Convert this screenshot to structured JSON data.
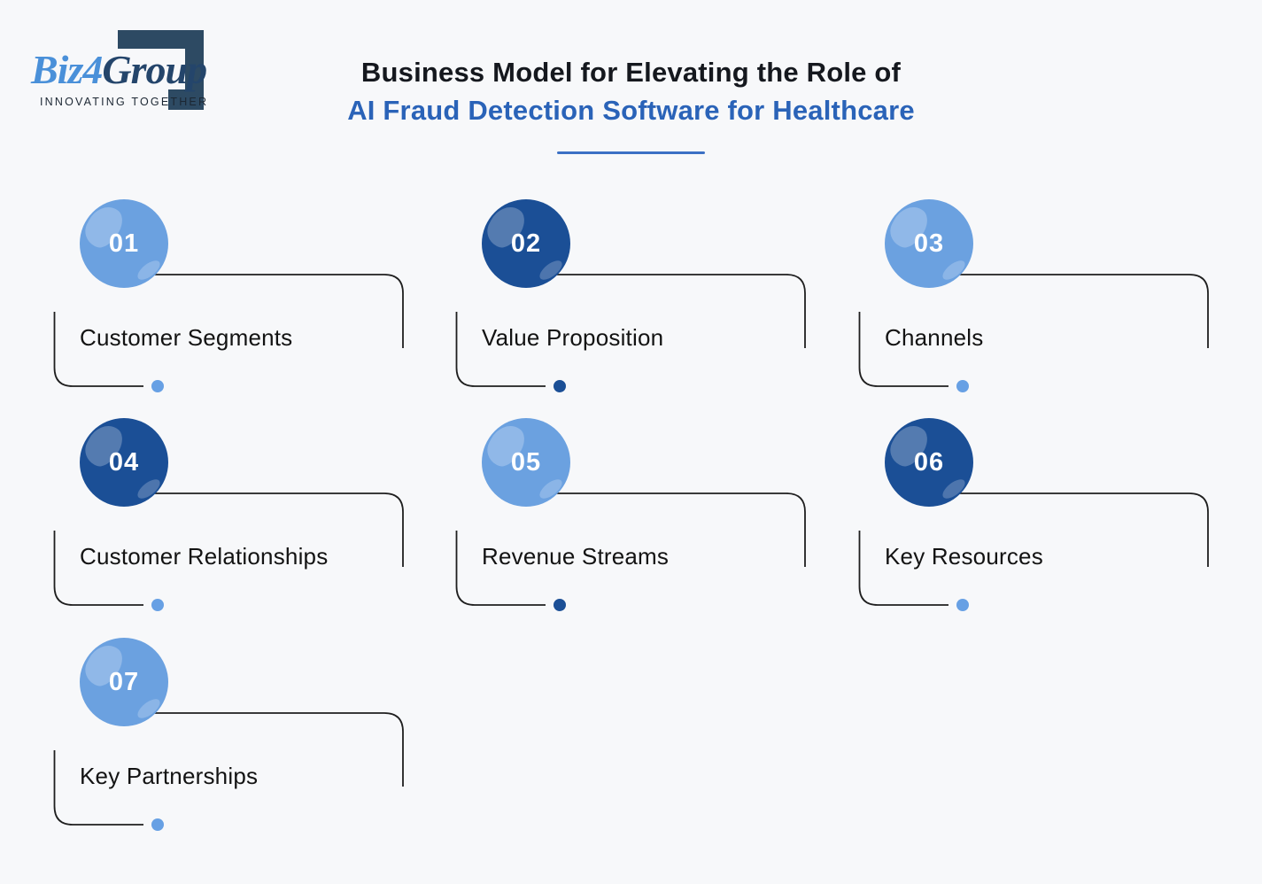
{
  "logo": {
    "brand_prefix": "Biz",
    "brand_number": "4",
    "brand_suffix": "Group",
    "tagline": "INNOVATING TOGETHER"
  },
  "title": {
    "line1": "Business Model for Elevating the Role of",
    "line2": "AI Fraud Detection Software for Healthcare"
  },
  "items": [
    {
      "number": "01",
      "label": "Customer Segments",
      "circle": "light",
      "dot": "light"
    },
    {
      "number": "02",
      "label": "Value Proposition",
      "circle": "dark",
      "dot": "dark"
    },
    {
      "number": "03",
      "label": "Channels",
      "circle": "light",
      "dot": "light"
    },
    {
      "number": "04",
      "label": "Customer Relationships",
      "circle": "dark",
      "dot": "light"
    },
    {
      "number": "05",
      "label": "Revenue Streams",
      "circle": "light",
      "dot": "dark"
    },
    {
      "number": "06",
      "label": "Key Resources",
      "circle": "dark",
      "dot": "light"
    },
    {
      "number": "07",
      "label": "Key Partnerships",
      "circle": "light",
      "dot": "light"
    }
  ],
  "colors": {
    "background": "#F7F8FA",
    "light_circle": "#6BA1E0",
    "dark_circle": "#1B4F96",
    "light_dot": "#67A0E4",
    "dark_dot": "#1B4F96",
    "line": "#1F1F1F",
    "label_text": "#131313",
    "title_line1": "#15181E",
    "title_line2": "#2A63B8",
    "title_underline": "#3B70C4",
    "logo_blue": "#4A90D9",
    "logo_navy": "#24456B",
    "logo_mark": "#2D4A63",
    "logo_tagline": "#1C2733"
  }
}
